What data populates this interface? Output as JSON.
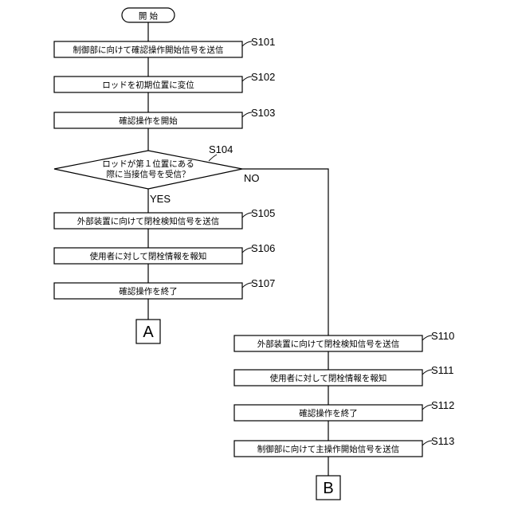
{
  "start_label": "開 始",
  "steps": {
    "s101": {
      "id": "S101",
      "text": "制御部に向けて確認操作開始信号を送信"
    },
    "s102": {
      "id": "S102",
      "text": "ロッドを初期位置に変位"
    },
    "s103": {
      "id": "S103",
      "text": "確認操作を開始"
    },
    "s104": {
      "id": "S104",
      "line1": "ロッドが第１位置にある",
      "line2": "際に当接信号を受信？"
    },
    "s105": {
      "id": "S105",
      "text": "外部装置に向けて閉栓検知信号を送信"
    },
    "s106": {
      "id": "S106",
      "text": "使用者に対して閉栓情報を報知"
    },
    "s107": {
      "id": "S107",
      "text": "確認操作を終了"
    },
    "s110": {
      "id": "S110",
      "text": "外部装置に向けて閉栓検知信号を送信"
    },
    "s111": {
      "id": "S111",
      "text": "使用者に対して閉栓情報を報知"
    },
    "s112": {
      "id": "S112",
      "text": "確認操作を終了"
    },
    "s113": {
      "id": "S113",
      "text": "制御部に向けて主操作開始信号を送信"
    }
  },
  "branches": {
    "yes": "YES",
    "no": "NO"
  },
  "connectors": {
    "a": "A",
    "b": "B"
  }
}
